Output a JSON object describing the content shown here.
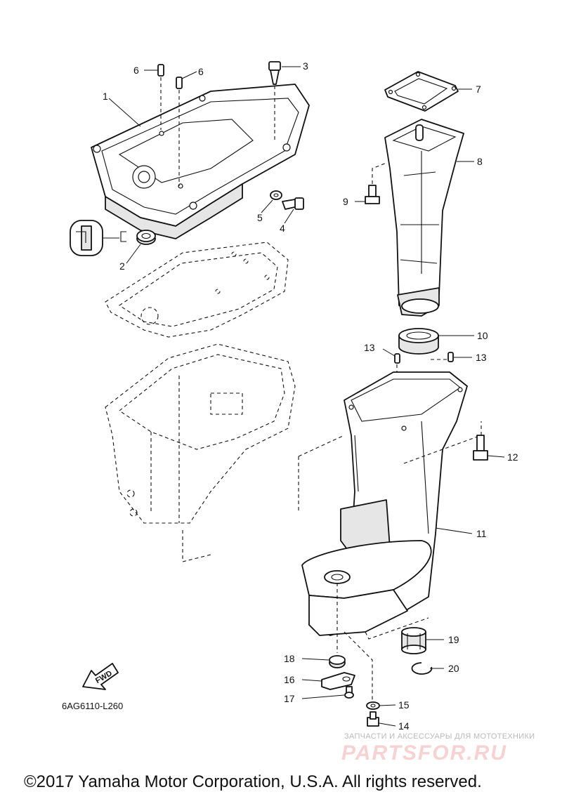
{
  "callouts": {
    "c1": "1",
    "c2": "2",
    "c3": "3",
    "c4": "4",
    "c5": "5",
    "c6a": "6",
    "c6b": "6",
    "c7": "7",
    "c8": "8",
    "c9": "9",
    "c10": "10",
    "c11": "11",
    "c12": "12",
    "c13a": "13",
    "c13b": "13",
    "c14": "14",
    "c15": "15",
    "c16": "16",
    "c17": "17",
    "c18": "18",
    "c19": "19",
    "c20": "20"
  },
  "diagram_code": "6AG6110-L260",
  "fwd_label": "FWD",
  "watermark": {
    "tagline": "ЗАПЧАСТИ И АКСЕССУАРЫ ДЛЯ МОТОТЕХНИКИ",
    "logo": "PARTSFOR.RU",
    "logo_color": "#f6d2d2"
  },
  "copyright": "©2017 Yamaha Motor Corporation, U.S.A. All rights reserved."
}
